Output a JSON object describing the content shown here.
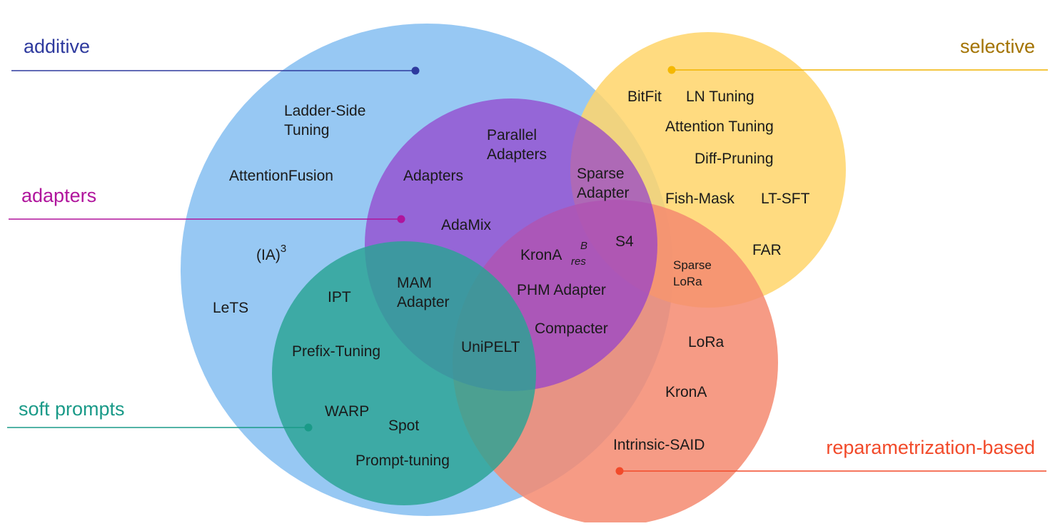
{
  "categories": {
    "additive": {
      "label": "additive",
      "color": "#2e3a9e",
      "fill": "#7ab8f0"
    },
    "selective": {
      "label": "selective",
      "color": "#a37300",
      "fill": "#ffd56a"
    },
    "adapters": {
      "label": "adapters",
      "color": "#b0149c",
      "fill": "#9440cc"
    },
    "soft_prompts": {
      "label": "soft prompts",
      "color": "#1a9a88",
      "fill": "#2aa394"
    },
    "reparametrization": {
      "label": "reparametrization-based",
      "color": "#f24a2a",
      "fill": "#f58a70"
    }
  },
  "methods": {
    "ladder_side_1": "Ladder-Side",
    "ladder_side_2": "Tuning",
    "attention_fusion": "AttentionFusion",
    "ia3_base": "(IA)",
    "ia3_sup": "3",
    "lets": "LeTS",
    "parallel_1": "Parallel",
    "parallel_2": "Adapters",
    "adapters": "Adapters",
    "adamix": "AdaMix",
    "sparse_adapter_1": "Sparse",
    "sparse_adapter_2": "Adapter",
    "s4": "S4",
    "krona_res_base": "KronA",
    "krona_res_sup": "B",
    "krona_res_sub": "res",
    "mam_1": "MAM",
    "mam_2": "Adapter",
    "phm": "PHM Adapter",
    "compacter": "Compacter",
    "unipelt": "UniPELT",
    "ipt": "IPT",
    "prefix_tuning": "Prefix-Tuning",
    "warp": "WARP",
    "spot": "Spot",
    "prompt_tuning": "Prompt-tuning",
    "bitfit": "BitFit",
    "ln_tuning": "LN Tuning",
    "attention_tuning": "Attention Tuning",
    "diff_pruning": "Diff-Pruning",
    "fish_mask": "Fish-Mask",
    "lt_sft": "LT-SFT",
    "far": "FAR",
    "sparse_lora_1": "Sparse",
    "sparse_lora_2": "LoRa",
    "lora": "LoRa",
    "krona": "KronA",
    "intrinsic_said": "Intrinsic-SAID"
  }
}
